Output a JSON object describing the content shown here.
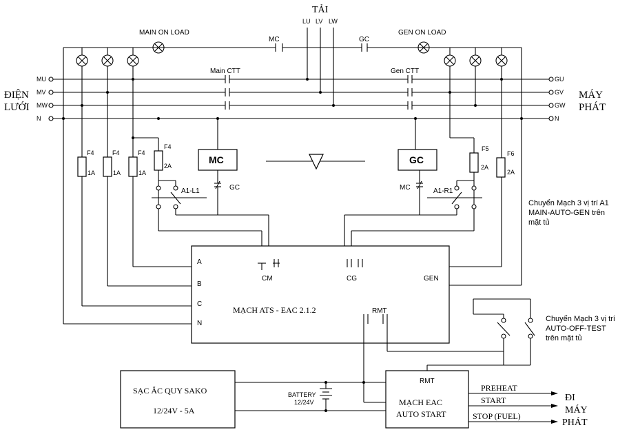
{
  "load": {
    "title": "TẢI",
    "phases": [
      "LU",
      "LV",
      "LW"
    ]
  },
  "top": {
    "main_on_load": "MAIN ON LOAD",
    "gen_on_load": "GEN ON LOAD",
    "mc": "MC",
    "gc": "GC",
    "main_ctt": "Main CTT",
    "gen_ctt": "Gen CTT"
  },
  "left_source": {
    "line1": "ĐIỆN",
    "line2": "LƯỚI",
    "terminals": [
      "MU",
      "MV",
      "MW",
      "N"
    ]
  },
  "right_source": {
    "line1": "MÁY",
    "line2": "PHÁT",
    "terminals": [
      "GU",
      "GV",
      "GW",
      "N"
    ]
  },
  "fuses": [
    {
      "name": "F4",
      "rating": "1A"
    },
    {
      "name": "F4",
      "rating": "1A"
    },
    {
      "name": "F4",
      "rating": "1A"
    },
    {
      "name": "F4",
      "rating": "2A"
    },
    {
      "name": "F5",
      "rating": "2A"
    },
    {
      "name": "F6",
      "rating": "2A"
    }
  ],
  "coils": {
    "mc": "MC",
    "gc": "GC",
    "gc_contact": "GC",
    "mc_contact": "MC"
  },
  "switches": {
    "a1_l1": "A1-L1",
    "a1_r1": "A1-R1"
  },
  "notes": {
    "selector_a1": [
      "Chuyển Mạch 3 vị trí A1",
      "MAIN-AUTO-GEN trên",
      "mặt tủ"
    ],
    "selector_test": [
      "Chuyển Mạch 3 vị trí",
      "AUTO-OFF-TEST",
      "trên mặt tủ"
    ]
  },
  "ats": {
    "title": "MẠCH ATS - EAC 2.1.2",
    "inputs": [
      "A",
      "B",
      "C",
      "N"
    ],
    "cm": "CM",
    "cg": "CG",
    "gen": "GEN",
    "rmt": "RMT"
  },
  "charger": {
    "line1": "SẠC ẮC QUY SAKO",
    "line2": "12/24V - 5A"
  },
  "battery": {
    "line1": "BATTERY",
    "line2": "12/24V"
  },
  "eac": {
    "rmt": "RMT",
    "line1": "MẠCH EAC",
    "line2": "AUTO START",
    "outputs": [
      "PREHEAT",
      "START",
      "STOP (FUEL)"
    ]
  },
  "to_generator": {
    "line1": "ĐI",
    "line2": "MÁY",
    "line3": "PHÁT"
  }
}
